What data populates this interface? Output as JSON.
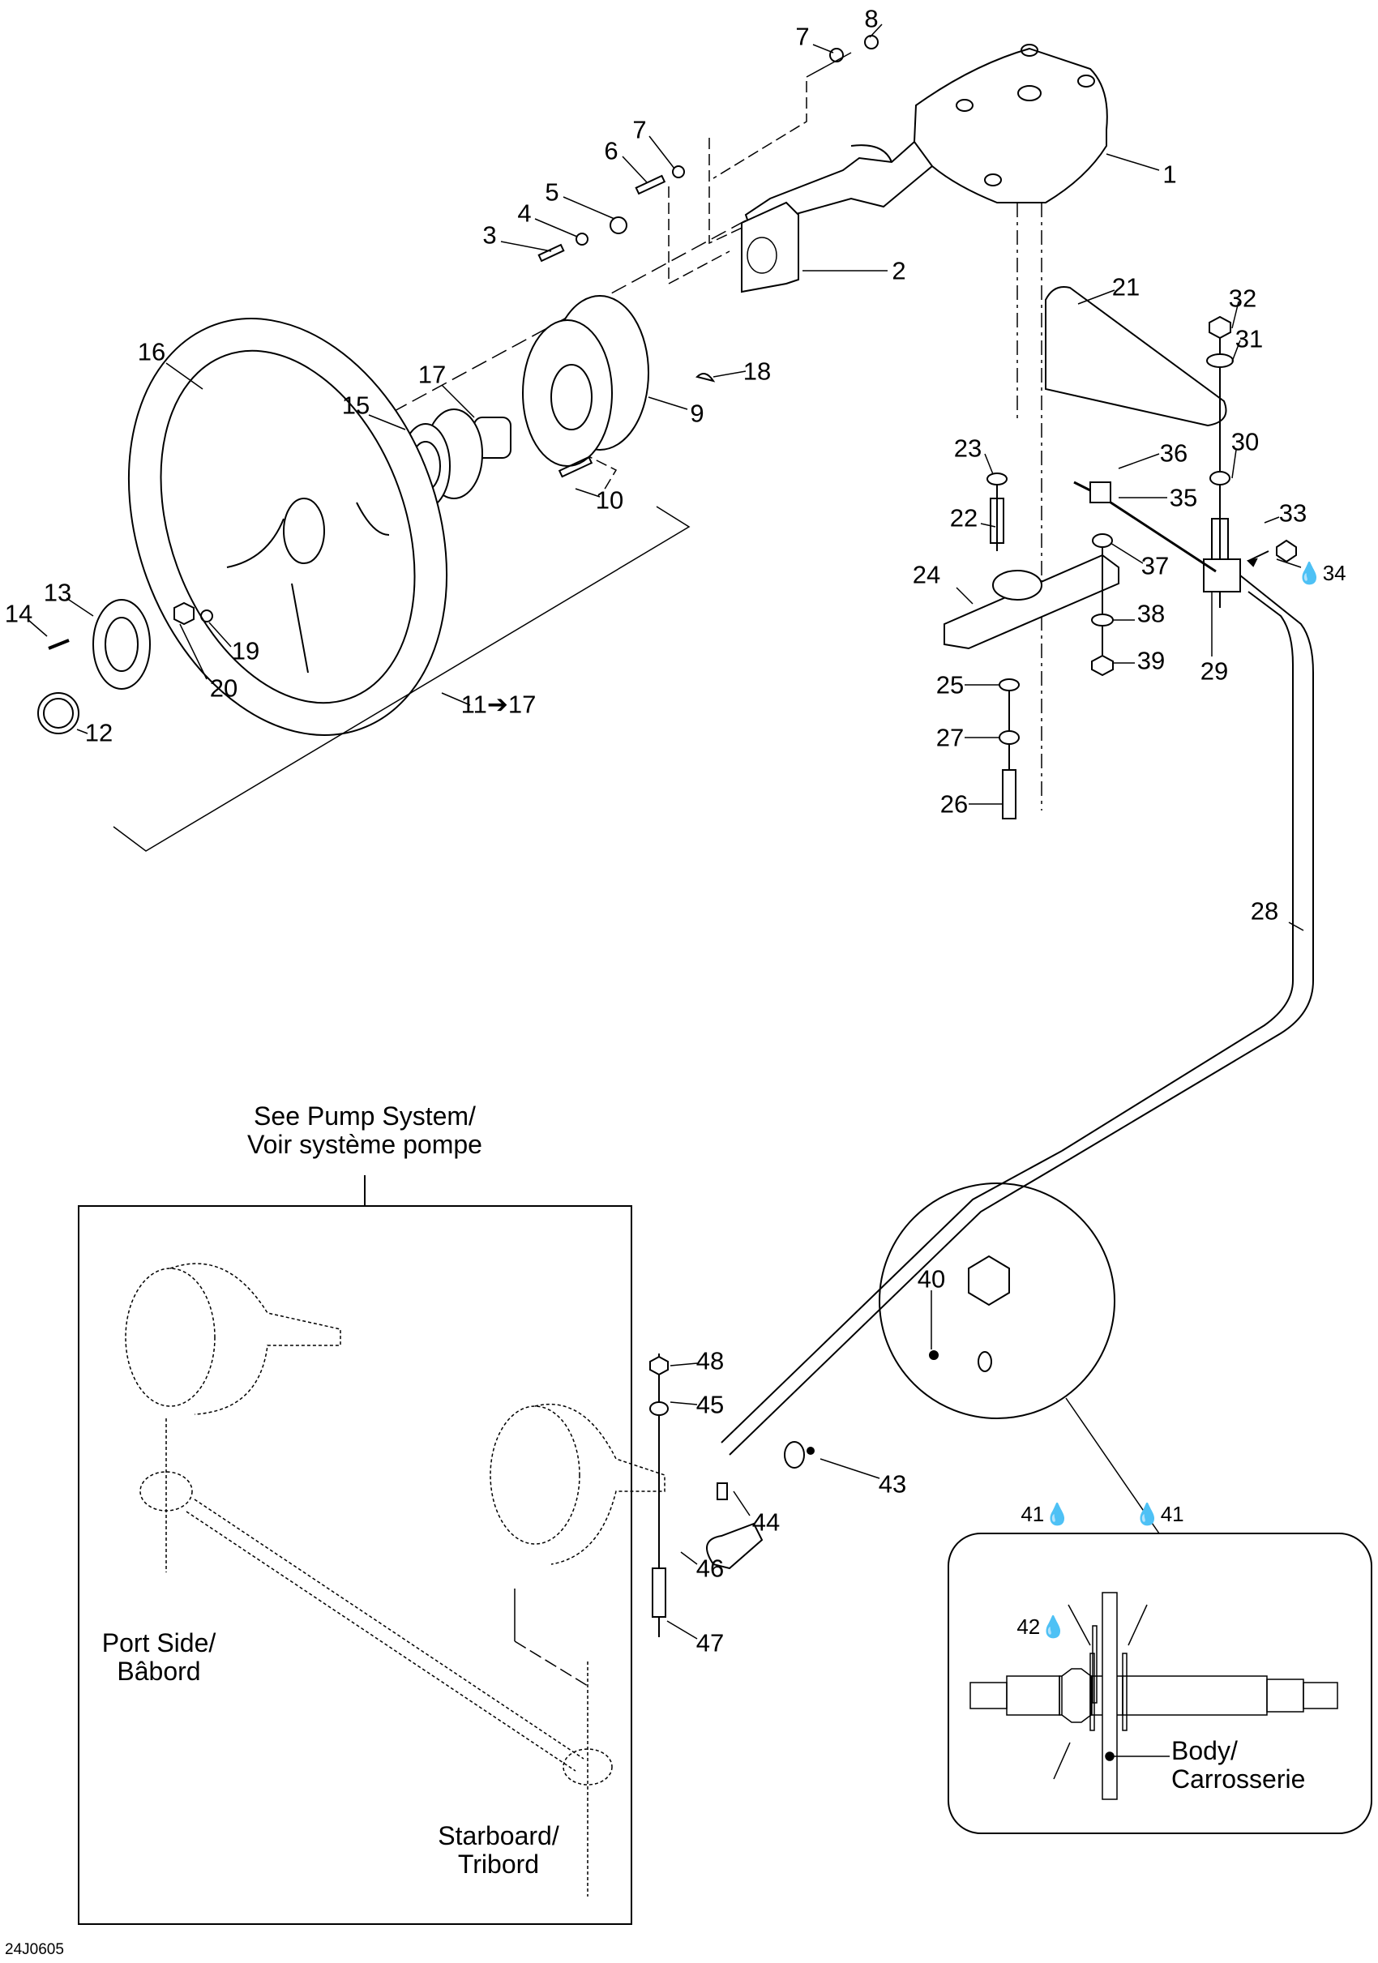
{
  "diagram": {
    "figure_code": "24J0605",
    "callouts": [
      {
        "id": "c1",
        "text": "1"
      },
      {
        "id": "c2",
        "text": "2"
      },
      {
        "id": "c3",
        "text": "3"
      },
      {
        "id": "c4",
        "text": "4"
      },
      {
        "id": "c5",
        "text": "5"
      },
      {
        "id": "c6",
        "text": "6"
      },
      {
        "id": "c7a",
        "text": "7"
      },
      {
        "id": "c7b",
        "text": "7"
      },
      {
        "id": "c8",
        "text": "8"
      },
      {
        "id": "c9",
        "text": "9"
      },
      {
        "id": "c10",
        "text": "10"
      },
      {
        "id": "c11",
        "text": "11➔17"
      },
      {
        "id": "c12",
        "text": "12"
      },
      {
        "id": "c13",
        "text": "13"
      },
      {
        "id": "c14",
        "text": "14"
      },
      {
        "id": "c15",
        "text": "15"
      },
      {
        "id": "c16",
        "text": "16"
      },
      {
        "id": "c17",
        "text": "17"
      },
      {
        "id": "c18",
        "text": "18"
      },
      {
        "id": "c19",
        "text": "19"
      },
      {
        "id": "c20",
        "text": "20"
      },
      {
        "id": "c21",
        "text": "21"
      },
      {
        "id": "c22",
        "text": "22"
      },
      {
        "id": "c23",
        "text": "23"
      },
      {
        "id": "c24",
        "text": "24"
      },
      {
        "id": "c25",
        "text": "25"
      },
      {
        "id": "c26",
        "text": "26"
      },
      {
        "id": "c27",
        "text": "27"
      },
      {
        "id": "c28",
        "text": "28"
      },
      {
        "id": "c29",
        "text": "29"
      },
      {
        "id": "c30",
        "text": "30"
      },
      {
        "id": "c31",
        "text": "31"
      },
      {
        "id": "c32",
        "text": "32"
      },
      {
        "id": "c33",
        "text": "33"
      },
      {
        "id": "c34",
        "text": "💧34"
      },
      {
        "id": "c35",
        "text": "35"
      },
      {
        "id": "c36",
        "text": "36"
      },
      {
        "id": "c37",
        "text": "37"
      },
      {
        "id": "c38",
        "text": "38"
      },
      {
        "id": "c39",
        "text": "39"
      },
      {
        "id": "c40",
        "text": "40"
      },
      {
        "id": "c41a",
        "text": "41💧"
      },
      {
        "id": "c41b",
        "text": "💧41"
      },
      {
        "id": "c42",
        "text": "42💧"
      },
      {
        "id": "c43",
        "text": "43"
      },
      {
        "id": "c44",
        "text": "44"
      },
      {
        "id": "c45",
        "text": "45"
      },
      {
        "id": "c46",
        "text": "46"
      },
      {
        "id": "c47",
        "text": "47"
      },
      {
        "id": "c48",
        "text": "48"
      }
    ],
    "notes": {
      "pump_ref_line1": "See Pump System/",
      "pump_ref_line2": "Voir système pompe",
      "port_line1": "Port Side/",
      "port_line2": "Bâbord",
      "starboard_line1": "Starboard/",
      "starboard_line2": "Tribord",
      "body_line1": "Body/",
      "body_line2": "Carrosserie"
    },
    "symbols": {
      "lubricant": "oil-drop-icon"
    }
  }
}
